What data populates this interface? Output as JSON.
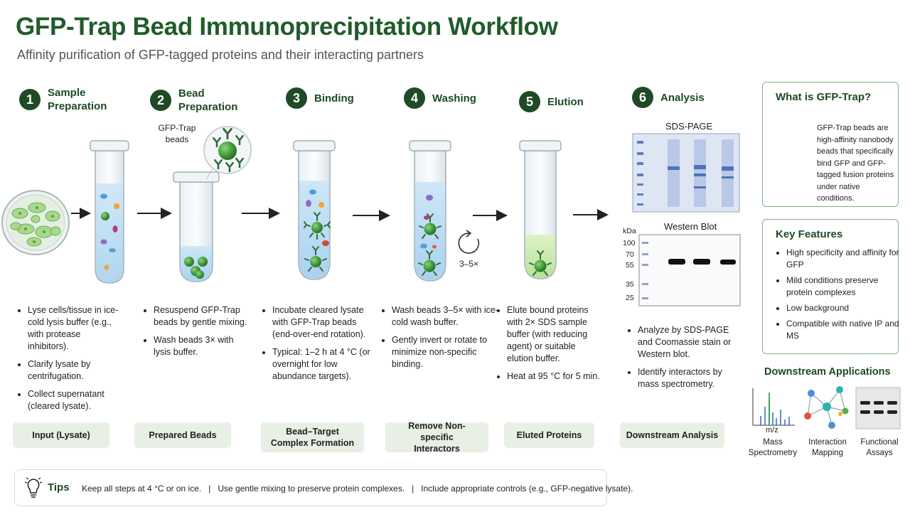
{
  "title": "GFP-Trap Bead Immunoprecipitation Workflow",
  "subtitle": "Affinity purification of GFP-tagged proteins and their interacting partners",
  "steps": [
    {
      "num": "1",
      "title": "Sample Preparation",
      "bullets": [
        "Lyse cells/tissue in ice-cold lysis buffer (e.g., with protease inhibitors).",
        "Clarify lysate by centrifugation.",
        "Collect supernatant (cleared lysate)."
      ],
      "output": "Input (Lysate)"
    },
    {
      "num": "2",
      "title": "Bead Preparation",
      "bullets": [
        "Resuspend GFP-Trap beads by gentle mixing.",
        "Wash beads 3× with lysis buffer."
      ],
      "output": "Prepared Beads"
    },
    {
      "num": "3",
      "title": "Binding",
      "bullets": [
        "Incubate cleared lysate with GFP-Trap beads (end-over-end rotation).",
        "Typical: 1–2 h at 4 °C (or overnight for low abundance targets)."
      ],
      "output": "Bead–Target Complex Formation"
    },
    {
      "num": "4",
      "title": "Washing",
      "bullets": [
        "Wash beads 3–5× with ice-cold wash buffer.",
        "Gently invert or rotate to minimize non-specific binding."
      ],
      "output": "Remove Non-specific Interactors"
    },
    {
      "num": "5",
      "title": "Elution",
      "bullets": [
        "Elute bound proteins with 2× SDS sample buffer (with reducing agent) or suitable elution buffer.",
        "Heat at 95 °C for 5 min."
      ],
      "output": "Eluted Proteins"
    },
    {
      "num": "6",
      "title": "Analysis",
      "bullets": [
        "Analyze by SDS-PAGE and Coomassie stain or Western blot.",
        "Identify interactors by mass spectrometry."
      ],
      "output": "Downstream Analysis"
    }
  ],
  "bead_callout": "GFP-Trap beads",
  "wash_repeat": "3–5×",
  "gel": {
    "label": "SDS-PAGE"
  },
  "western": {
    "label": "Western Blot",
    "unit": "kDa",
    "markers": [
      "100",
      "70",
      "55",
      "35",
      "25"
    ]
  },
  "what_is": {
    "title": "What is GFP-Trap?",
    "text": "GFP-Trap beads are high-affinity nanobody beads that specifically bind GFP and GFP-tagged fusion proteins under native conditions."
  },
  "key_features": {
    "title": "Key Features",
    "items": [
      "High specificity and affinity for GFP",
      "Mild conditions preserve protein complexes",
      "Low background",
      "Compatible with native IP and MS"
    ]
  },
  "downstream": {
    "title": "Downstream Applications",
    "mz": "m/z",
    "items": [
      "Mass Spectrometry",
      "Interaction Mapping",
      "Functional Assays"
    ]
  },
  "tips": {
    "label": "Tips",
    "items": [
      "Keep all steps at 4 °C or on ice.",
      "Use gentle mixing to preserve protein complexes.",
      "Include appropriate controls (e.g., GFP-negative lysate)."
    ],
    "separator": "|"
  },
  "colors": {
    "heading": "#1e4a25",
    "bead": "#3f9a3a",
    "accent_panel": "#7fb07d",
    "output_box": "#e8efe4"
  }
}
